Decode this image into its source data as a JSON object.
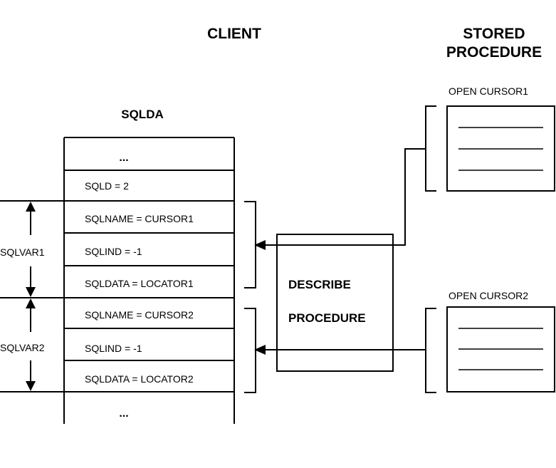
{
  "headers": {
    "client": "CLIENT",
    "stored_line1": "STORED",
    "stored_line2": "PROCEDURE"
  },
  "sqlda": {
    "title": "SQLDA",
    "rows": [
      "...",
      "SQLD = 2",
      "SQLNAME = CURSOR1",
      "SQLIND = -1",
      "SQLDATA = LOCATOR1",
      "SQLNAME = CURSOR2",
      "SQLIND = -1",
      "SQLDATA = LOCATOR2",
      "..."
    ]
  },
  "sqlvar_labels": [
    "SQLVAR1",
    "SQLVAR2"
  ],
  "describe": {
    "line1": "DESCRIBE",
    "line2": "PROCEDURE"
  },
  "cursors": [
    {
      "label": "OPEN CURSOR1"
    },
    {
      "label": "OPEN CURSOR2"
    }
  ]
}
